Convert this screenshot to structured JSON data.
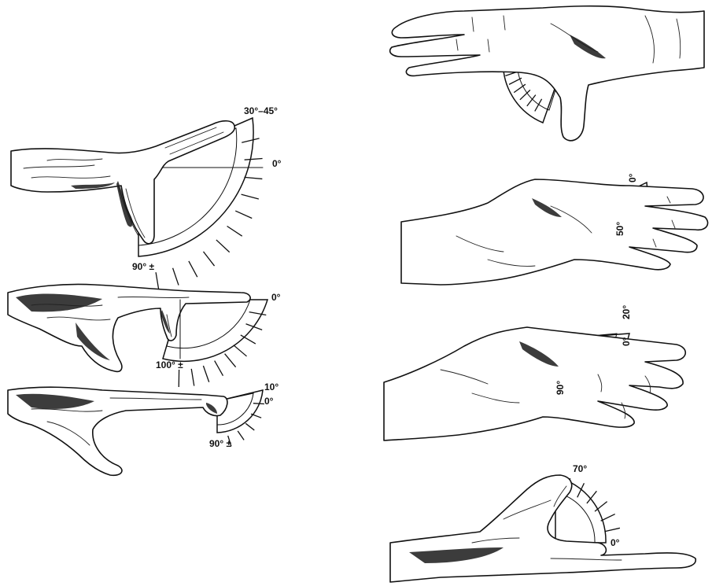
{
  "labels": {
    "a_top": "30°–45°",
    "a_zero": "0°",
    "a_bottom": "90° ±",
    "b_zero": "0°",
    "b_bottom": "100° ±",
    "c_top": "10°",
    "c_zero": "0°",
    "c_bottom": "90° ±",
    "e_zero": "0°",
    "e_fifty": "50°",
    "f_twenty": "20°",
    "f_zero": "0°",
    "f_ninety": "90°",
    "g_seventy": "70°",
    "g_zero": "0°"
  }
}
